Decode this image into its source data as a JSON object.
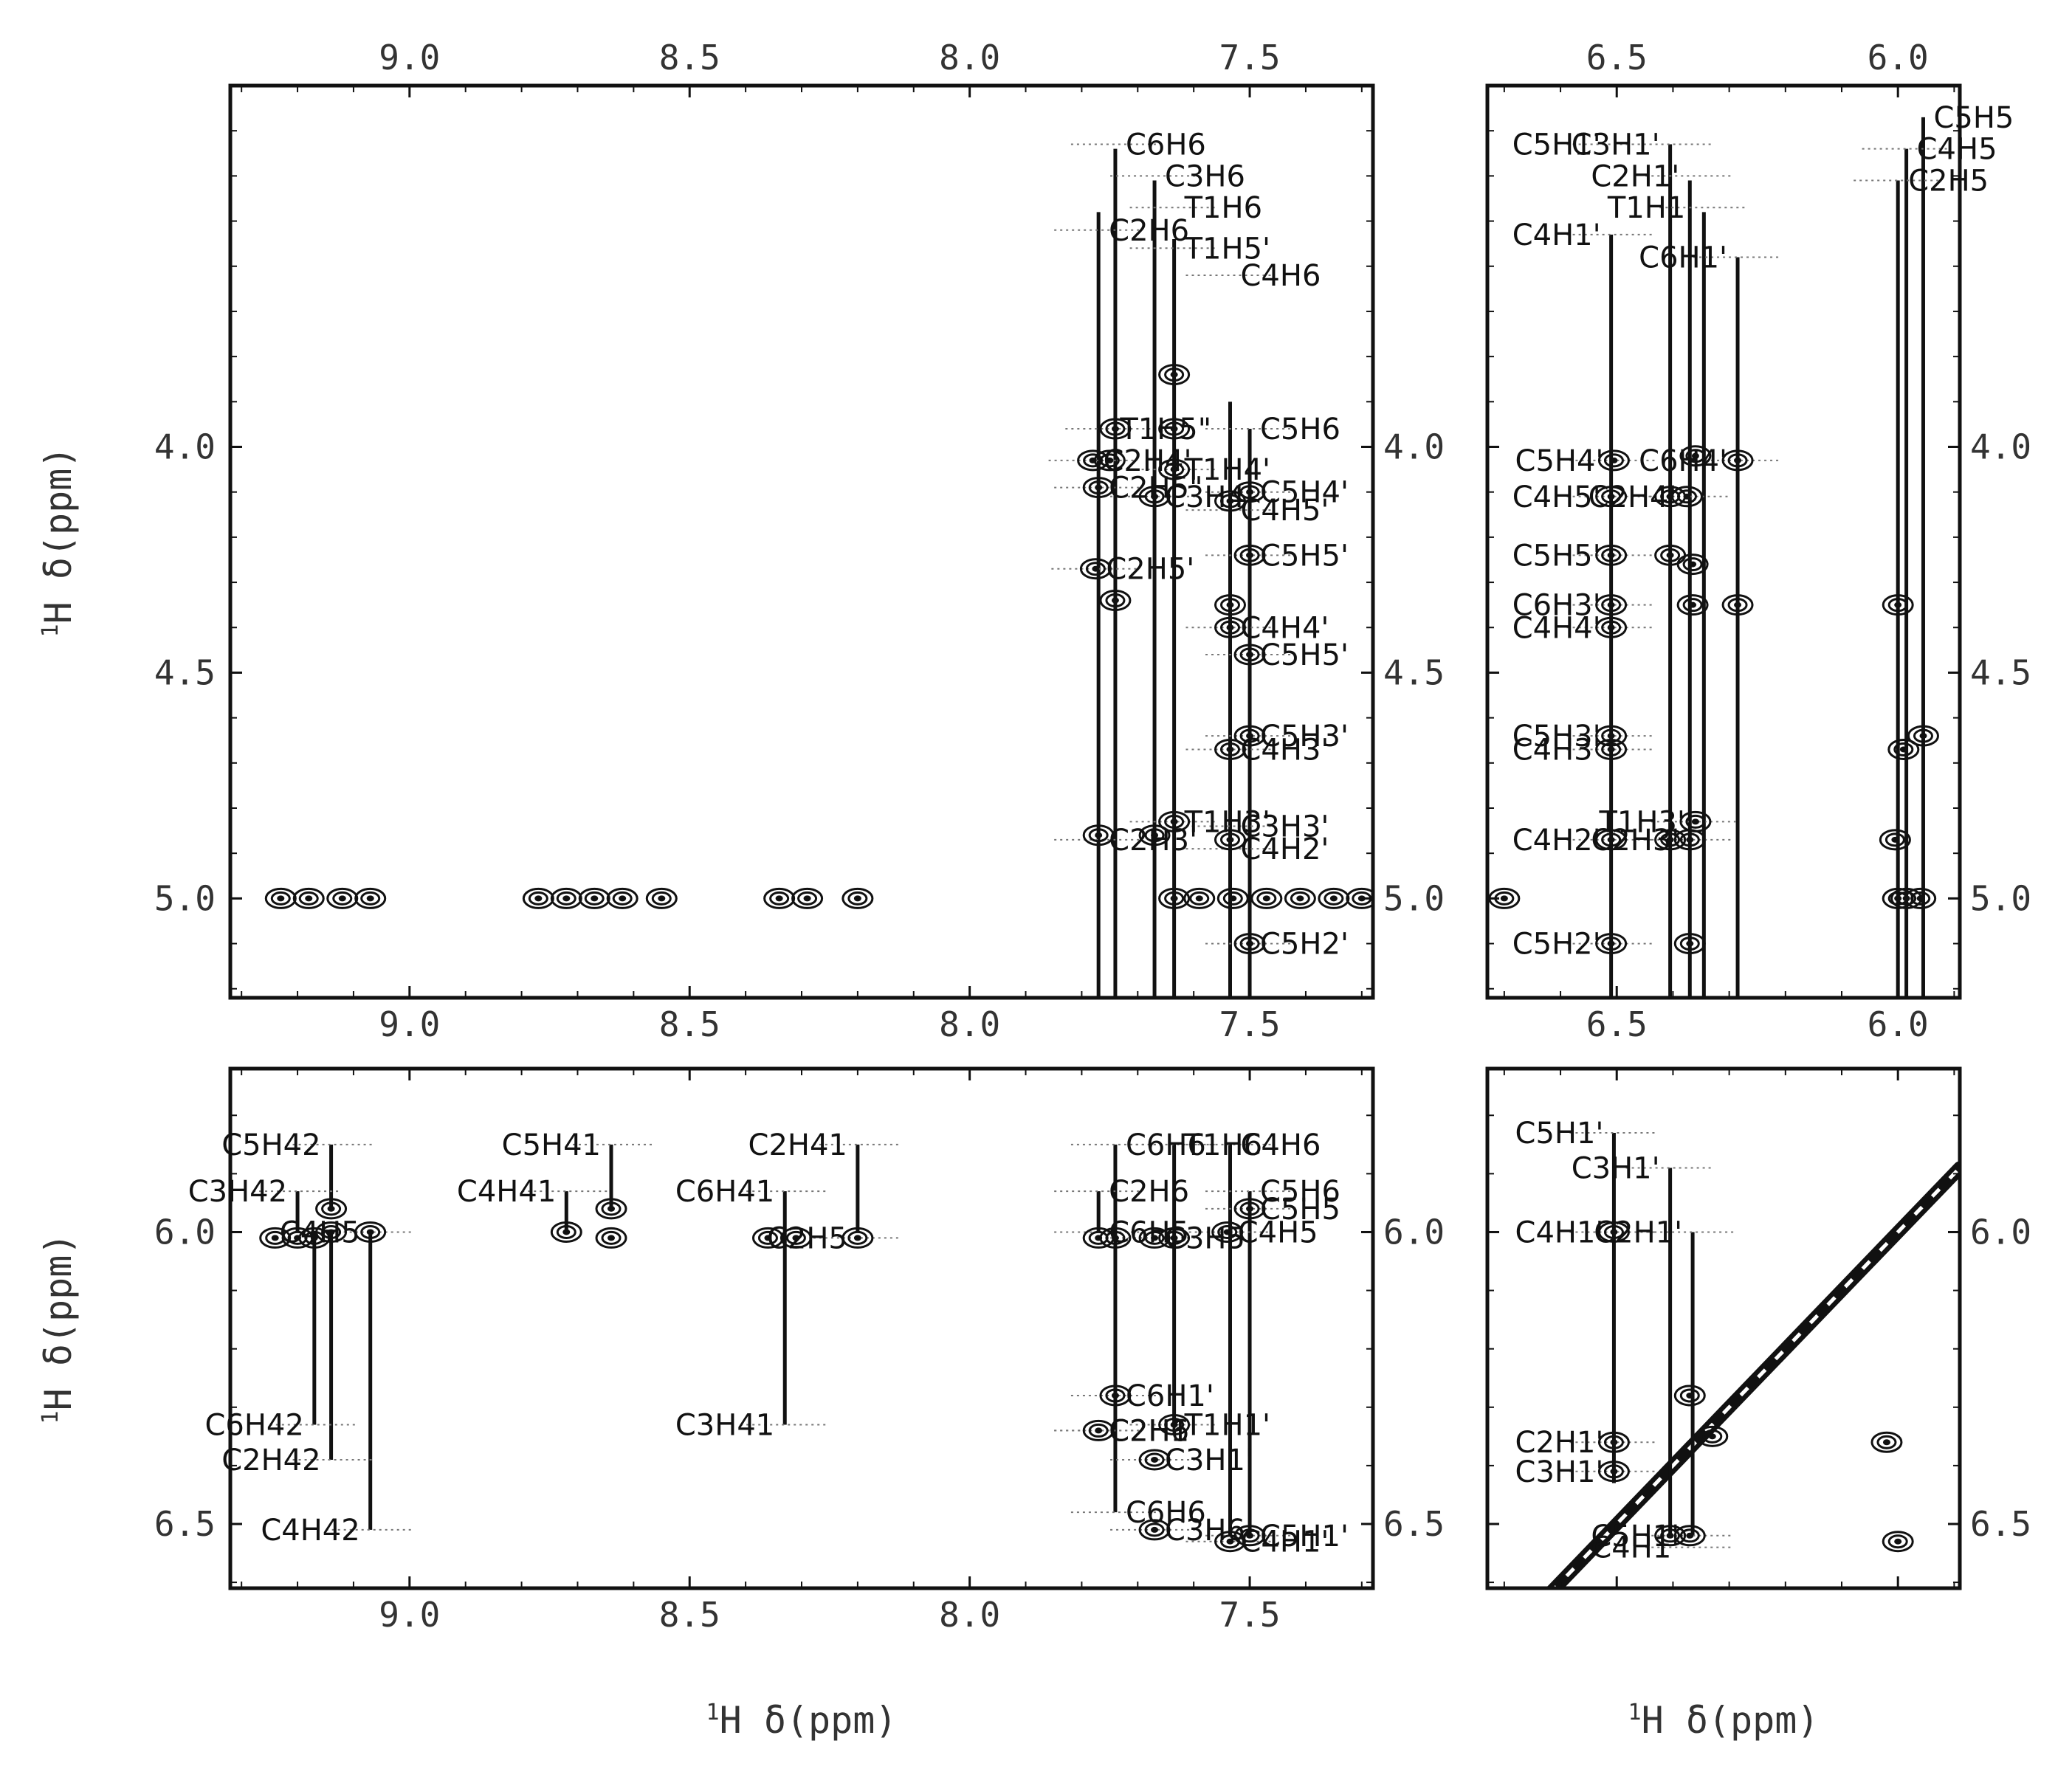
{
  "colors": {
    "ink": "#111111",
    "frame": "#111111",
    "dotted": "#777777",
    "tick_text": "#333333"
  },
  "chart_data": [
    {
      "type": "scatter",
      "panel": "top-left",
      "xlabel": "",
      "ylabel": "δ(ppm)",
      "ylabel_nucleus": "1H",
      "xlim": [
        9.32,
        7.28
      ],
      "ylim": [
        3.2,
        5.22
      ],
      "xticks": [
        "9.0",
        "8.5",
        "8.0",
        "7.5"
      ],
      "yticks": [
        "4.0",
        "4.5",
        "5.0"
      ],
      "vertical_lines": [
        {
          "x": 7.77,
          "y0": 3.48,
          "y1": 5.22
        },
        {
          "x": 7.74,
          "y0": 3.34,
          "y1": 5.22
        },
        {
          "x": 7.67,
          "y0": 3.41,
          "y1": 5.22
        },
        {
          "x": 7.635,
          "y0": 3.54,
          "y1": 5.22
        },
        {
          "x": 7.535,
          "y0": 3.9,
          "y1": 5.22
        },
        {
          "x": 7.5,
          "y0": 3.96,
          "y1": 5.22
        }
      ],
      "peaks": [
        {
          "x": 9.23,
          "y": 5.0
        },
        {
          "x": 9.18,
          "y": 5.0
        },
        {
          "x": 9.12,
          "y": 5.0
        },
        {
          "x": 9.07,
          "y": 5.0
        },
        {
          "x": 8.77,
          "y": 5.0
        },
        {
          "x": 8.72,
          "y": 5.0
        },
        {
          "x": 8.67,
          "y": 5.0
        },
        {
          "x": 8.62,
          "y": 5.0
        },
        {
          "x": 8.55,
          "y": 5.0
        },
        {
          "x": 8.34,
          "y": 5.0
        },
        {
          "x": 8.29,
          "y": 5.0
        },
        {
          "x": 8.2,
          "y": 5.0
        },
        {
          "x": 7.635,
          "y": 5.0
        },
        {
          "x": 7.59,
          "y": 5.0
        },
        {
          "x": 7.53,
          "y": 5.0
        },
        {
          "x": 7.47,
          "y": 5.0
        },
        {
          "x": 7.41,
          "y": 5.0
        },
        {
          "x": 7.35,
          "y": 5.0
        },
        {
          "x": 7.3,
          "y": 5.0
        },
        {
          "x": 7.74,
          "y": 3.96
        },
        {
          "x": 7.75,
          "y": 4.03
        },
        {
          "x": 7.78,
          "y": 4.03
        },
        {
          "x": 7.77,
          "y": 4.09
        },
        {
          "x": 7.775,
          "y": 4.27
        },
        {
          "x": 7.74,
          "y": 4.34
        },
        {
          "x": 7.77,
          "y": 4.86
        },
        {
          "x": 7.67,
          "y": 4.86
        },
        {
          "x": 7.635,
          "y": 4.83
        },
        {
          "x": 7.67,
          "y": 4.11
        },
        {
          "x": 7.635,
          "y": 4.05
        },
        {
          "x": 7.635,
          "y": 3.84
        },
        {
          "x": 7.635,
          "y": 3.96
        },
        {
          "x": 7.535,
          "y": 4.12
        },
        {
          "x": 7.5,
          "y": 4.1
        },
        {
          "x": 7.535,
          "y": 4.35
        },
        {
          "x": 7.535,
          "y": 4.4
        },
        {
          "x": 7.5,
          "y": 4.24
        },
        {
          "x": 7.5,
          "y": 4.46
        },
        {
          "x": 7.535,
          "y": 4.67
        },
        {
          "x": 7.5,
          "y": 4.64
        },
        {
          "x": 7.535,
          "y": 4.87
        },
        {
          "x": 7.5,
          "y": 5.1
        }
      ],
      "labels": [
        {
          "text": "C6H6",
          "x": 7.74,
          "y": 3.33
        },
        {
          "text": "C3H6",
          "x": 7.67,
          "y": 3.4
        },
        {
          "text": "T1H6",
          "x": 7.635,
          "y": 3.47
        },
        {
          "text": "C2H6",
          "x": 7.77,
          "y": 3.52
        },
        {
          "text": "T1H5'",
          "x": 7.635,
          "y": 3.56
        },
        {
          "text": "C4H6",
          "x": 7.535,
          "y": 3.62
        },
        {
          "text": "T1H5\"",
          "x": 7.75,
          "y": 3.96
        },
        {
          "text": "C5H6",
          "x": 7.5,
          "y": 3.96
        },
        {
          "text": "C2H4'",
          "x": 7.78,
          "y": 4.03
        },
        {
          "text": "T1H4'",
          "x": 7.635,
          "y": 4.05
        },
        {
          "text": "C2H5\"",
          "x": 7.77,
          "y": 4.09
        },
        {
          "text": "C5H4'",
          "x": 7.5,
          "y": 4.1
        },
        {
          "text": "C3H4'",
          "x": 7.67,
          "y": 4.11
        },
        {
          "text": "C4H5'",
          "x": 7.535,
          "y": 4.14
        },
        {
          "text": "C5H5'",
          "x": 7.5,
          "y": 4.24
        },
        {
          "text": "C2H5'",
          "x": 7.775,
          "y": 4.27
        },
        {
          "text": "C4H4'",
          "x": 7.535,
          "y": 4.4
        },
        {
          "text": "C5H5'",
          "x": 7.5,
          "y": 4.46
        },
        {
          "text": "C5H3'",
          "x": 7.5,
          "y": 4.64
        },
        {
          "text": "C4H3'",
          "x": 7.535,
          "y": 4.67
        },
        {
          "text": "T1H3'",
          "x": 7.635,
          "y": 4.83
        },
        {
          "text": "C3H3'",
          "x": 7.535,
          "y": 4.84
        },
        {
          "text": "C2H3'",
          "x": 7.77,
          "y": 4.87
        },
        {
          "text": "C4H2'",
          "x": 7.535,
          "y": 4.89
        },
        {
          "text": "C5H2'",
          "x": 7.5,
          "y": 5.1
        }
      ]
    },
    {
      "type": "scatter",
      "panel": "top-right",
      "xlabel": "",
      "ylabel": "",
      "xlim": [
        6.73,
        5.89
      ],
      "ylim": [
        3.2,
        5.22
      ],
      "xticks": [
        "6.5",
        "6.0"
      ],
      "yticks": [
        "4.0",
        "4.5",
        "5.0"
      ],
      "vertical_lines": [
        {
          "x": 6.51,
          "y0": 3.53,
          "y1": 5.22
        },
        {
          "x": 6.405,
          "y0": 3.33,
          "y1": 5.22
        },
        {
          "x": 6.37,
          "y0": 3.41,
          "y1": 5.22
        },
        {
          "x": 6.345,
          "y0": 3.48,
          "y1": 5.22
        },
        {
          "x": 6.285,
          "y0": 3.58,
          "y1": 5.22
        },
        {
          "x": 6.0,
          "y0": 3.41,
          "y1": 5.22
        },
        {
          "x": 5.985,
          "y0": 3.34,
          "y1": 5.22
        },
        {
          "x": 5.955,
          "y0": 3.27,
          "y1": 5.22
        }
      ],
      "peaks": [
        {
          "x": 6.505,
          "y": 4.03
        },
        {
          "x": 6.51,
          "y": 4.11
        },
        {
          "x": 6.51,
          "y": 4.24
        },
        {
          "x": 6.51,
          "y": 4.35
        },
        {
          "x": 6.51,
          "y": 4.4
        },
        {
          "x": 6.51,
          "y": 4.64
        },
        {
          "x": 6.51,
          "y": 4.67
        },
        {
          "x": 6.51,
          "y": 4.87
        },
        {
          "x": 6.51,
          "y": 5.1
        },
        {
          "x": 6.405,
          "y": 4.11
        },
        {
          "x": 6.405,
          "y": 4.24
        },
        {
          "x": 6.405,
          "y": 4.87
        },
        {
          "x": 6.36,
          "y": 4.02
        },
        {
          "x": 6.375,
          "y": 4.11
        },
        {
          "x": 6.365,
          "y": 4.26
        },
        {
          "x": 6.365,
          "y": 4.35
        },
        {
          "x": 6.36,
          "y": 4.83
        },
        {
          "x": 6.37,
          "y": 4.87
        },
        {
          "x": 6.37,
          "y": 5.1
        },
        {
          "x": 6.285,
          "y": 4.03
        },
        {
          "x": 6.285,
          "y": 4.35
        },
        {
          "x": 6.0,
          "y": 4.35
        },
        {
          "x": 5.99,
          "y": 4.67
        },
        {
          "x": 5.955,
          "y": 4.64
        },
        {
          "x": 6.005,
          "y": 4.87
        },
        {
          "x": 6.7,
          "y": 5.0
        },
        {
          "x": 6.0,
          "y": 5.0
        },
        {
          "x": 5.985,
          "y": 5.0
        },
        {
          "x": 5.96,
          "y": 5.0
        }
      ],
      "labels": [
        {
          "text": "C5H5",
          "x": 5.955,
          "y": 3.27
        },
        {
          "text": "C5H1'",
          "x": 6.51,
          "y": 3.33
        },
        {
          "text": "C3H1'",
          "x": 6.405,
          "y": 3.33
        },
        {
          "text": "C4H5",
          "x": 5.985,
          "y": 3.34
        },
        {
          "text": "C2H1'",
          "x": 6.37,
          "y": 3.4
        },
        {
          "text": "C2H5",
          "x": 6.0,
          "y": 3.41
        },
        {
          "text": "T1H1'",
          "x": 6.345,
          "y": 3.47
        },
        {
          "text": "C4H1'",
          "x": 6.51,
          "y": 3.53
        },
        {
          "text": "C6H1'",
          "x": 6.285,
          "y": 3.58
        },
        {
          "text": "C5H4'",
          "x": 6.505,
          "y": 4.03
        },
        {
          "text": "C6H4'",
          "x": 6.285,
          "y": 4.03
        },
        {
          "text": "C4H5'",
          "x": 6.51,
          "y": 4.11
        },
        {
          "text": "C2H4'",
          "x": 6.375,
          "y": 4.11
        },
        {
          "text": "C5H5'",
          "x": 6.51,
          "y": 4.24
        },
        {
          "text": "C6H3'",
          "x": 6.51,
          "y": 4.35
        },
        {
          "text": "C4H4'",
          "x": 6.51,
          "y": 4.4
        },
        {
          "text": "C5H3'",
          "x": 6.51,
          "y": 4.64
        },
        {
          "text": "C4H3'",
          "x": 6.51,
          "y": 4.67
        },
        {
          "text": "T1H3'",
          "x": 6.36,
          "y": 4.83
        },
        {
          "text": "C4H2'",
          "x": 6.51,
          "y": 4.87
        },
        {
          "text": "C2H3'",
          "x": 6.37,
          "y": 4.87
        },
        {
          "text": "C5H2'",
          "x": 6.51,
          "y": 5.1
        }
      ]
    },
    {
      "type": "scatter",
      "panel": "bottom-left",
      "xlabel": "δ(ppm)",
      "xlabel_nucleus": "1H",
      "ylabel": "δ(ppm)",
      "ylabel_nucleus": "1H",
      "xlim": [
        9.32,
        7.28
      ],
      "ylim": [
        5.72,
        6.61
      ],
      "xticks": [
        "9.0",
        "8.5",
        "8.0",
        "7.5"
      ],
      "yticks": [
        "6.0",
        "6.5"
      ],
      "vertical_lines": [
        {
          "x": 9.2,
          "y0": 5.93,
          "y1": 6.0
        },
        {
          "x": 9.17,
          "y0": 6.0,
          "y1": 6.33
        },
        {
          "x": 9.14,
          "y0": 5.85,
          "y1": 5.96
        },
        {
          "x": 9.14,
          "y0": 6.0,
          "y1": 6.39
        },
        {
          "x": 9.07,
          "y0": 6.0,
          "y1": 6.51
        },
        {
          "x": 8.72,
          "y0": 5.93,
          "y1": 6.0
        },
        {
          "x": 8.64,
          "y0": 5.85,
          "y1": 5.96
        },
        {
          "x": 8.33,
          "y0": 5.93,
          "y1": 6.0
        },
        {
          "x": 8.33,
          "y0": 6.0,
          "y1": 6.33
        },
        {
          "x": 8.2,
          "y0": 5.85,
          "y1": 6.0
        },
        {
          "x": 7.77,
          "y0": 5.93,
          "y1": 6.0
        },
        {
          "x": 7.74,
          "y0": 5.85,
          "y1": 6.48
        },
        {
          "x": 7.635,
          "y0": 5.85,
          "y1": 6.33
        },
        {
          "x": 7.535,
          "y0": 5.85,
          "y1": 6.52
        },
        {
          "x": 7.5,
          "y0": 5.93,
          "y1": 6.52
        }
      ],
      "peaks": [
        {
          "x": 9.24,
          "y": 6.01
        },
        {
          "x": 9.2,
          "y": 6.01
        },
        {
          "x": 9.17,
          "y": 6.01
        },
        {
          "x": 9.14,
          "y": 6.0
        },
        {
          "x": 9.07,
          "y": 6.0
        },
        {
          "x": 9.14,
          "y": 5.96
        },
        {
          "x": 8.72,
          "y": 6.0
        },
        {
          "x": 8.64,
          "y": 5.96
        },
        {
          "x": 8.64,
          "y": 6.01
        },
        {
          "x": 8.36,
          "y": 6.01
        },
        {
          "x": 8.31,
          "y": 6.01
        },
        {
          "x": 8.2,
          "y": 6.01
        },
        {
          "x": 7.77,
          "y": 6.01
        },
        {
          "x": 7.74,
          "y": 6.01
        },
        {
          "x": 7.67,
          "y": 6.01
        },
        {
          "x": 7.635,
          "y": 6.01
        },
        {
          "x": 7.54,
          "y": 6.0
        },
        {
          "x": 7.5,
          "y": 5.96
        },
        {
          "x": 7.74,
          "y": 6.28
        },
        {
          "x": 7.77,
          "y": 6.34
        },
        {
          "x": 7.635,
          "y": 6.33
        },
        {
          "x": 7.67,
          "y": 6.39
        },
        {
          "x": 7.67,
          "y": 6.51
        },
        {
          "x": 7.535,
          "y": 6.53
        },
        {
          "x": 7.5,
          "y": 6.52
        }
      ],
      "labels": [
        {
          "text": "C5H42",
          "x": 9.14,
          "y": 5.85
        },
        {
          "text": "C5H41",
          "x": 8.64,
          "y": 5.85
        },
        {
          "text": "C2H41",
          "x": 8.2,
          "y": 5.85
        },
        {
          "text": "C6H6",
          "x": 7.74,
          "y": 5.85
        },
        {
          "text": "T1H6",
          "x": 7.635,
          "y": 5.85
        },
        {
          "text": "C4H6",
          "x": 7.535,
          "y": 5.85
        },
        {
          "text": "C3H42",
          "x": 9.2,
          "y": 5.93
        },
        {
          "text": "C4H41",
          "x": 8.72,
          "y": 5.93
        },
        {
          "text": "C6H41",
          "x": 8.33,
          "y": 5.93
        },
        {
          "text": "C2H6",
          "x": 7.77,
          "y": 5.93
        },
        {
          "text": "C5H6",
          "x": 7.5,
          "y": 5.93
        },
        {
          "text": "C5H5",
          "x": 7.5,
          "y": 5.96
        },
        {
          "text": "C4H5",
          "x": 9.07,
          "y": 6.0
        },
        {
          "text": "C6H5",
          "x": 7.77,
          "y": 6.0
        },
        {
          "text": "C4H5",
          "x": 7.54,
          "y": 6.0
        },
        {
          "text": "C2H5",
          "x": 8.2,
          "y": 6.01
        },
        {
          "text": "C3H5",
          "x": 7.67,
          "y": 6.01
        },
        {
          "text": "C6H1'",
          "x": 7.74,
          "y": 6.28
        },
        {
          "text": "C6H42",
          "x": 9.17,
          "y": 6.33
        },
        {
          "text": "C3H41",
          "x": 8.33,
          "y": 6.33
        },
        {
          "text": "T1H1'",
          "x": 7.635,
          "y": 6.33
        },
        {
          "text": "C2H1'",
          "x": 7.77,
          "y": 6.34
        },
        {
          "text": "C2H42",
          "x": 9.14,
          "y": 6.39
        },
        {
          "text": "C3H1'",
          "x": 7.67,
          "y": 6.39
        },
        {
          "text": "C2H6",
          "x": 7.77,
          "y": 6.34
        },
        {
          "text": "C6H6",
          "x": 7.74,
          "y": 6.48
        },
        {
          "text": "C4H42",
          "x": 9.07,
          "y": 6.51
        },
        {
          "text": "C5H1'",
          "x": 7.5,
          "y": 6.52
        },
        {
          "text": "C4H1'",
          "x": 7.535,
          "y": 6.53
        },
        {
          "text": "C3H6",
          "x": 7.67,
          "y": 6.51
        }
      ]
    },
    {
      "type": "scatter",
      "panel": "bottom-right",
      "xlabel": "δ(ppm)",
      "xlabel_nucleus": "1H",
      "ylabel": "",
      "xlim": [
        6.73,
        5.89
      ],
      "ylim": [
        5.72,
        6.61
      ],
      "xticks": [
        "6.5",
        "6.0"
      ],
      "yticks": [
        "6.0",
        "6.5"
      ],
      "diagonal": {
        "x0": 6.62,
        "y0": 6.62,
        "x1": 5.89,
        "y1": 5.89
      },
      "vertical_lines": [
        {
          "x": 6.505,
          "y0": 5.83,
          "y1": 6.43
        },
        {
          "x": 6.405,
          "y0": 5.89,
          "y1": 6.52
        },
        {
          "x": 6.365,
          "y0": 6.0,
          "y1": 6.52
        }
      ],
      "peaks": [
        {
          "x": 6.505,
          "y": 6.0
        },
        {
          "x": 6.505,
          "y": 6.36
        },
        {
          "x": 6.505,
          "y": 6.41
        },
        {
          "x": 6.37,
          "y": 6.28
        },
        {
          "x": 6.405,
          "y": 6.52
        },
        {
          "x": 6.37,
          "y": 6.52
        },
        {
          "x": 6.33,
          "y": 6.35
        },
        {
          "x": 6.02,
          "y": 6.36
        },
        {
          "x": 6.0,
          "y": 6.53
        }
      ],
      "labels": [
        {
          "text": "C5H1'",
          "x": 6.505,
          "y": 5.83
        },
        {
          "text": "C3H1'",
          "x": 6.405,
          "y": 5.89
        },
        {
          "text": "C4H1'",
          "x": 6.505,
          "y": 6.0
        },
        {
          "text": "C2H1'",
          "x": 6.365,
          "y": 6.0
        },
        {
          "text": "C2H1'",
          "x": 6.505,
          "y": 6.36
        },
        {
          "text": "C3H1'",
          "x": 6.505,
          "y": 6.41
        },
        {
          "text": "C5H1'",
          "x": 6.37,
          "y": 6.52
        },
        {
          "text": "C4H1'",
          "x": 6.37,
          "y": 6.54
        }
      ]
    }
  ]
}
